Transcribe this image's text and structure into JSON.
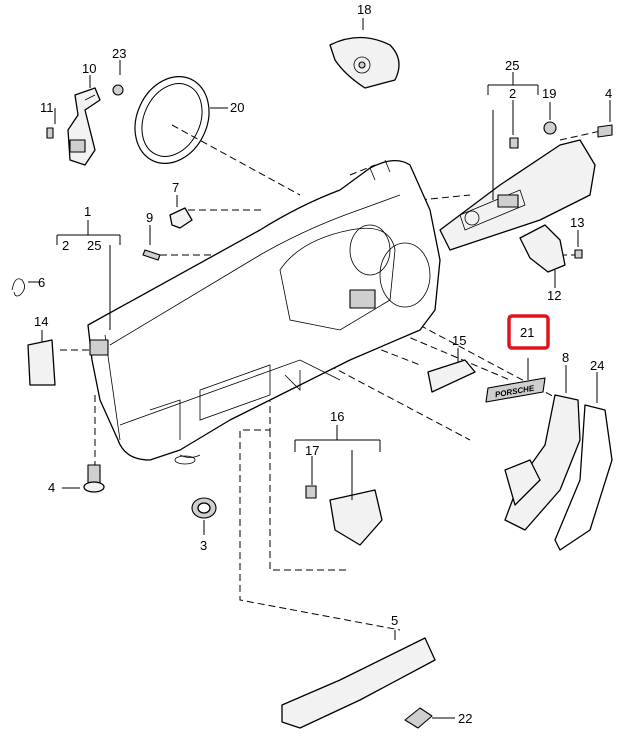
{
  "diagram": {
    "highlight_color": "#e0141c",
    "callouts": {
      "c1": "1",
      "c2a": "2",
      "c25a": "25",
      "c2b": "2",
      "c25b": "25",
      "c3": "3",
      "c4a": "4",
      "c4b": "4",
      "c5": "5",
      "c6": "6",
      "c7": "7",
      "c8": "8",
      "c9": "9",
      "c10": "10",
      "c11": "11",
      "c12": "12",
      "c13": "13",
      "c14": "14",
      "c15": "15",
      "c16": "16",
      "c17": "17",
      "c18": "18",
      "c19": "19",
      "c20": "20",
      "c21": "21",
      "c22": "22",
      "c23": "23",
      "c24": "24"
    },
    "emblem_text": "PORSCHE"
  }
}
